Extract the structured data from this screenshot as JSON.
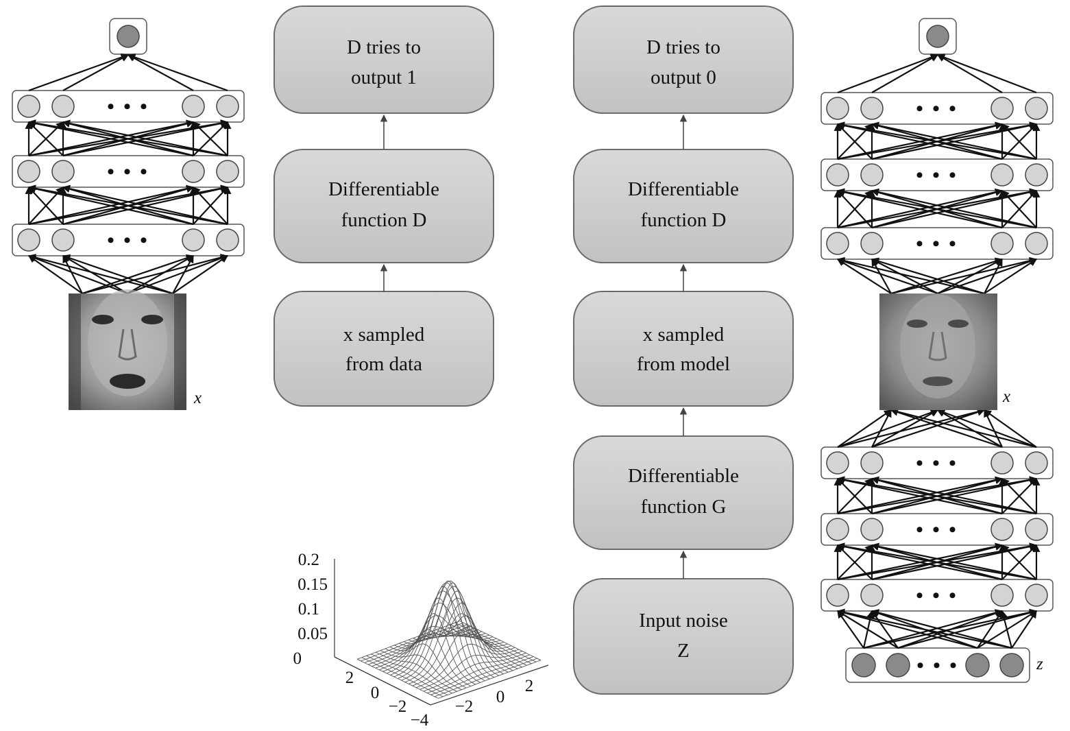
{
  "left_column": {
    "top": {
      "line1": "D tries to",
      "line2": "output 1"
    },
    "middle": {
      "line1": "Differentiable",
      "line2": "function D"
    },
    "bottom": {
      "line1": "x sampled",
      "line2": "from data"
    }
  },
  "right_column": {
    "top": {
      "line1": "D tries to",
      "line2": "output 0"
    },
    "d_function": {
      "line1": "Differentiable",
      "line2": "function D"
    },
    "sample": {
      "line1": "x sampled",
      "line2": "from model"
    },
    "g_function": {
      "line1": "Differentiable",
      "line2": "function G"
    },
    "noise": {
      "line1": "Input noise",
      "line2": "Z"
    }
  },
  "networks": {
    "ellipsis": "• • •",
    "left_input_label": "x",
    "right_sample_label": "x",
    "right_noise_label": "z"
  },
  "plot": {
    "z_ticks": [
      "0.2",
      "0.15",
      "0.1",
      "0.05",
      "0"
    ],
    "left_axis_ticks": [
      "2",
      "0",
      "−2",
      "−4"
    ],
    "right_axis_ticks": [
      "−2",
      "0",
      "2"
    ]
  }
}
